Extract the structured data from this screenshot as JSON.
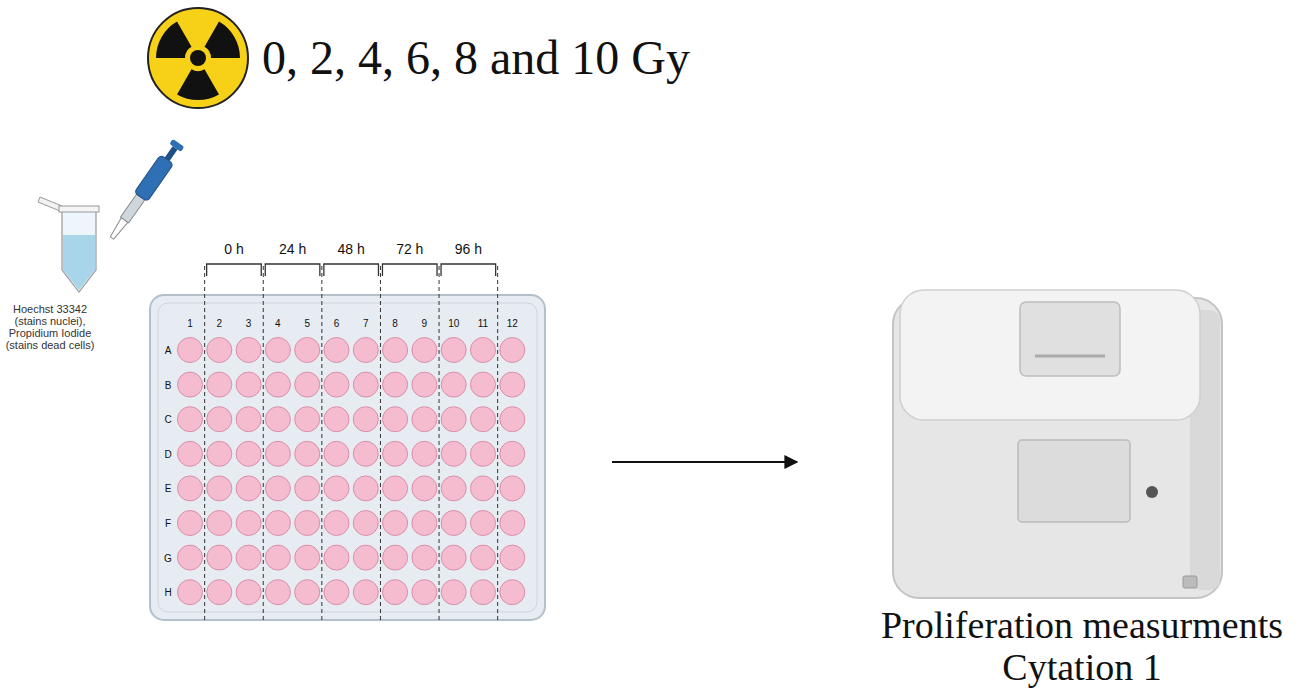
{
  "diagram": {
    "title": "0, 2, 4, 6, 8 and 10 Gy",
    "labels": [
      "Hoechst 33342 (stains nuclei), Propidium Iodide (stains dead cells)",
      "0 h",
      "24 h",
      "48 h",
      "72 h",
      "96 h",
      "1",
      "2",
      "3",
      "4",
      "5",
      "6",
      "7",
      "8",
      "9",
      "10",
      "11",
      "12",
      "A",
      "B",
      "C",
      "D",
      "E",
      "F",
      "G",
      "H",
      "Proliferation measurments",
      "Cytation 1"
    ]
  }
}
